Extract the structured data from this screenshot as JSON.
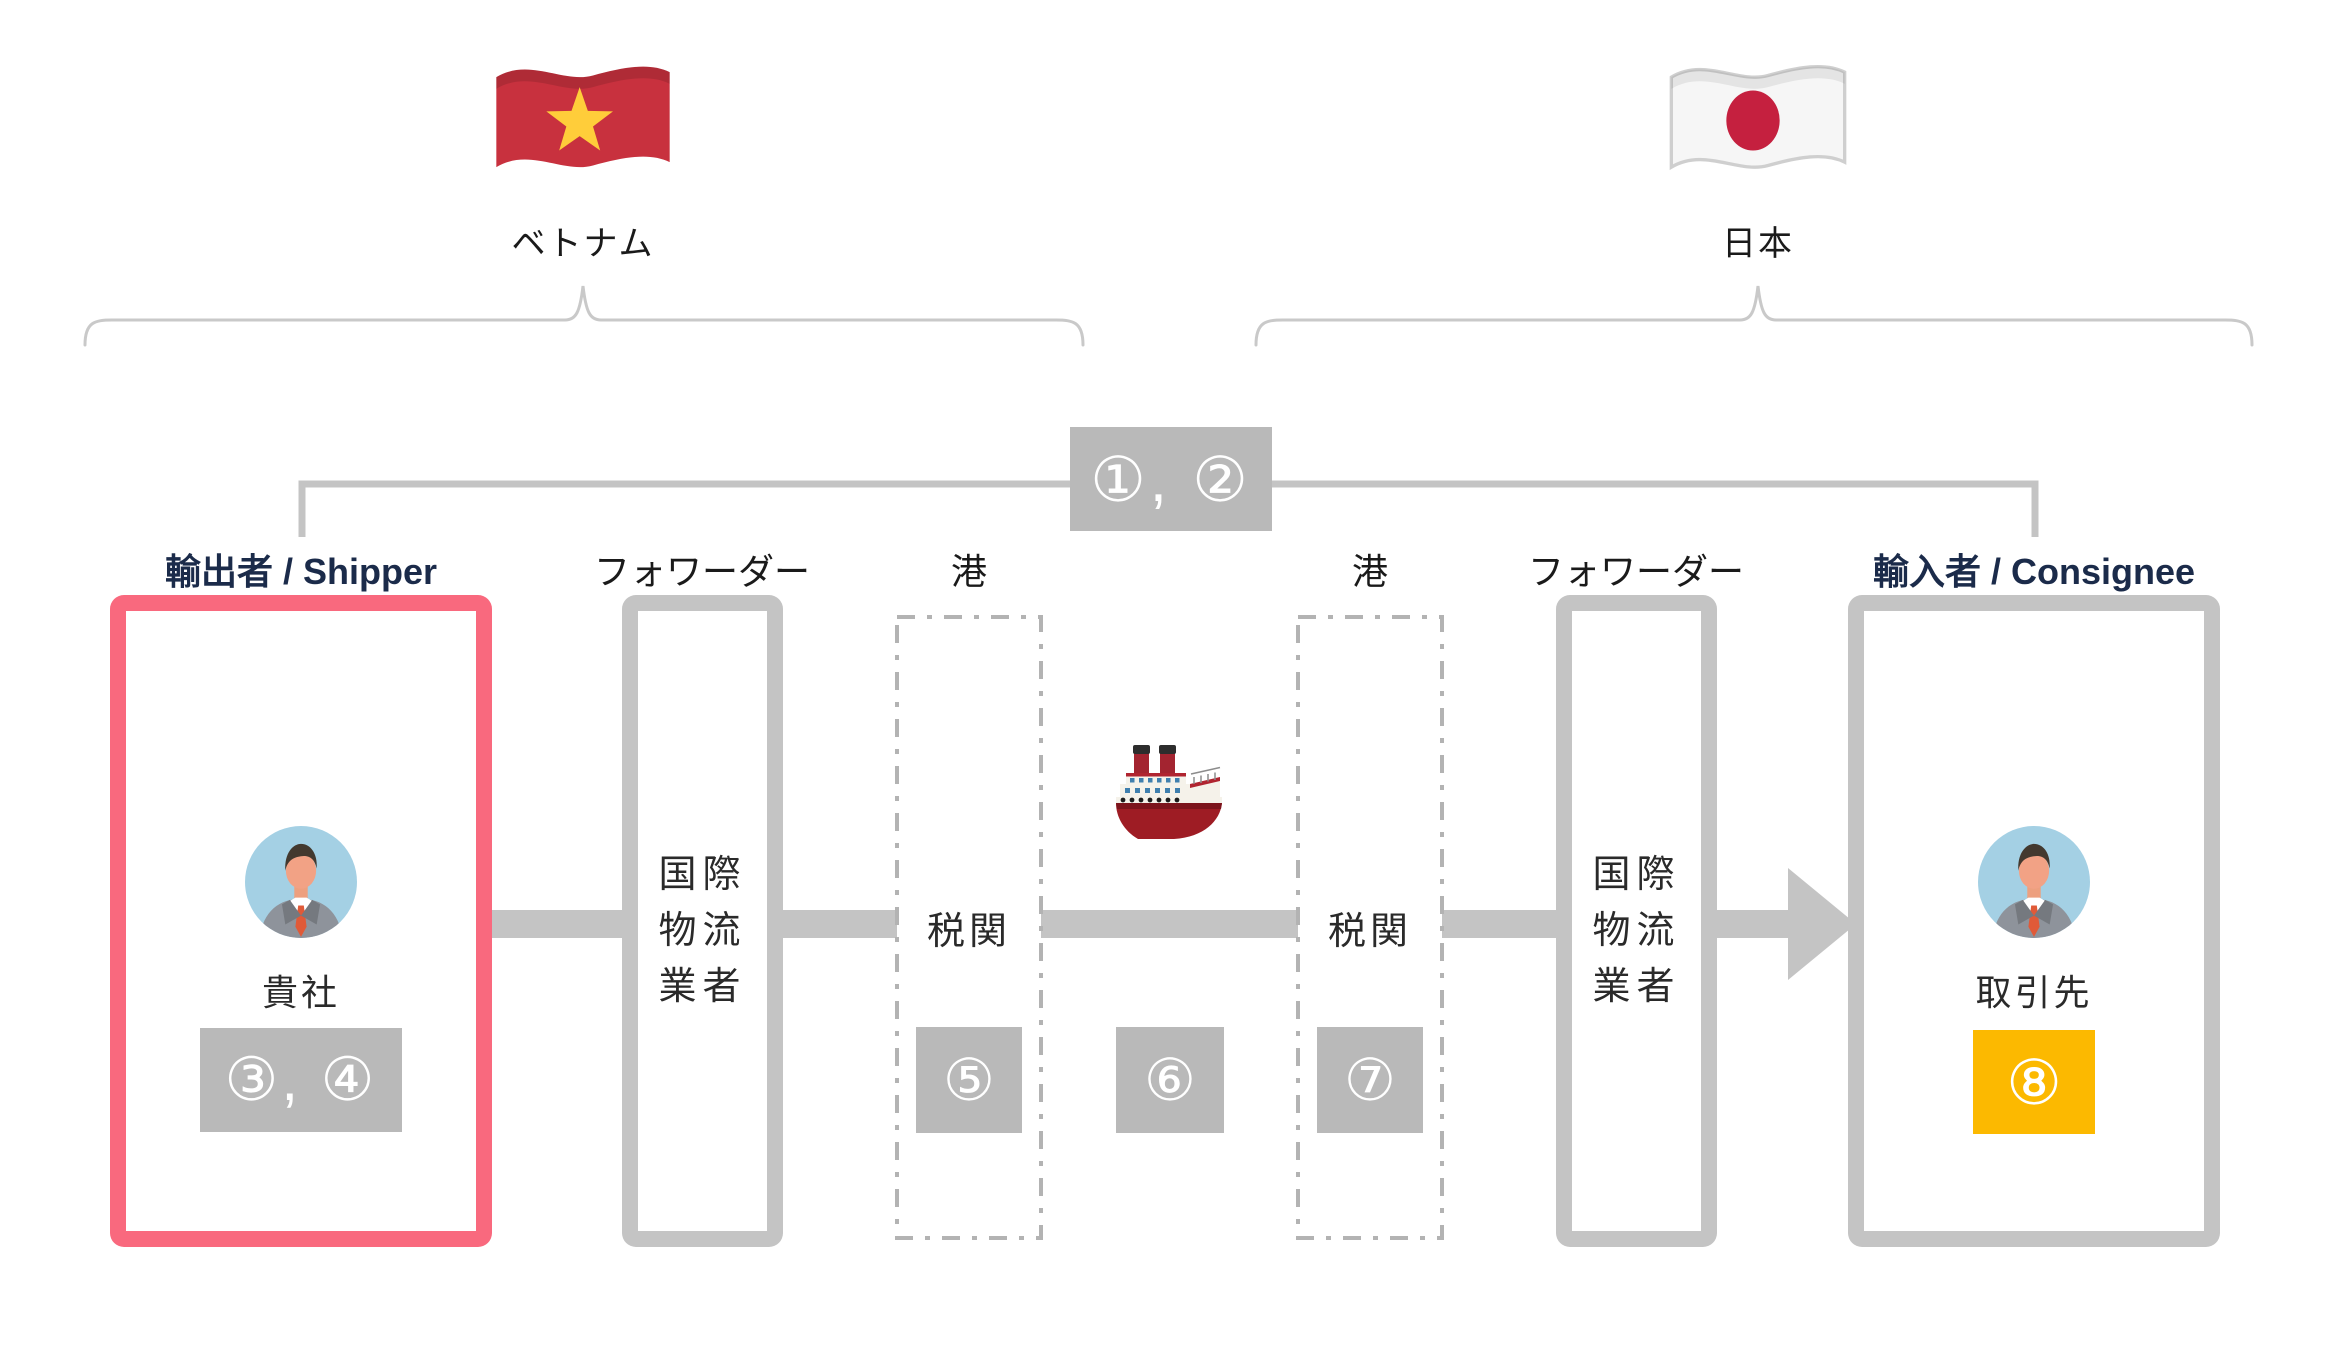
{
  "regions": {
    "origin": {
      "country": "ベトナム",
      "flag": "vietnam-flag"
    },
    "destination": {
      "country": "日本",
      "flag": "japan-flag"
    }
  },
  "flow": {
    "transport_badge": "①, ②",
    "columns": [
      {
        "header": "輸出者 / Shipper",
        "entity": "貴社",
        "badge": "③, ④"
      },
      {
        "header": "フォワーダー",
        "body": "国際\n物流\n業者"
      },
      {
        "header": "港",
        "body": "税関",
        "badge": "⑤"
      },
      {
        "icon": "ship",
        "badge": "⑥"
      },
      {
        "header": "港",
        "body": "税関",
        "badge": "⑦"
      },
      {
        "header": "フォワーダー",
        "body": "国際\n物流\n業者"
      },
      {
        "header": "輸入者 / Consignee",
        "entity": "取引先",
        "badge": "⑧"
      }
    ]
  },
  "colors": {
    "accent_pink": "#F9697E",
    "accent_yellow": "#FCB900",
    "badge_gray": "#B9B9B9",
    "line_gray": "#C4C4C4",
    "header_navy": "#1B2B4A"
  }
}
